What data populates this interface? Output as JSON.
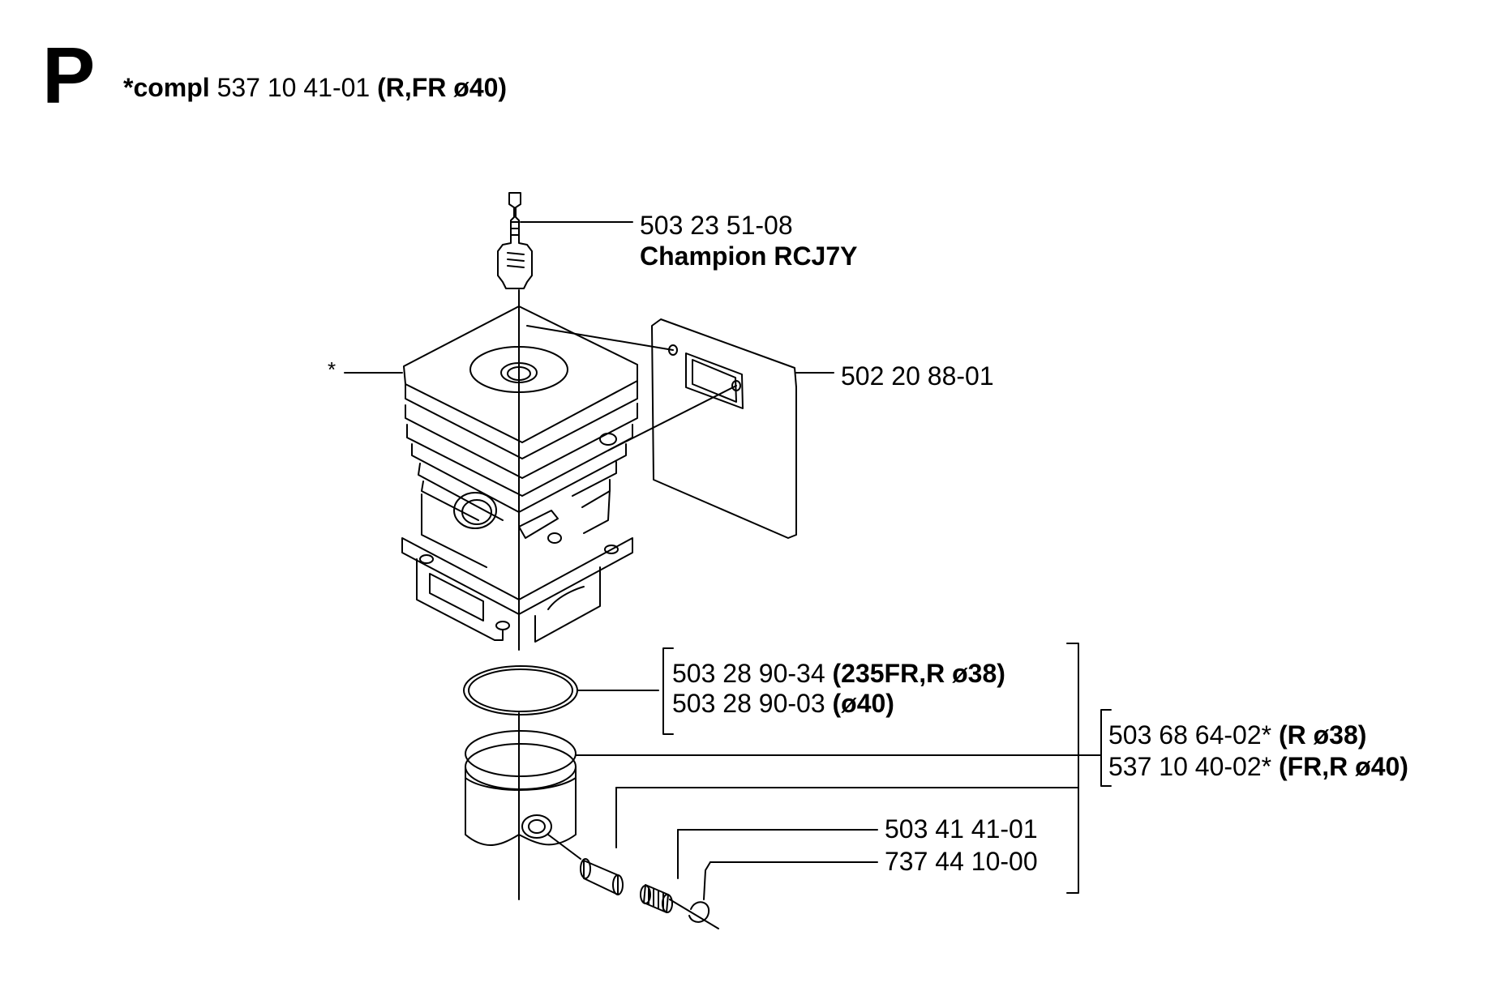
{
  "header": {
    "section_letter": "P",
    "compl_label": "*compl",
    "compl_number": "537 10 41-01",
    "compl_variant": "(R,FR ø40)"
  },
  "parts": {
    "spark_plug": {
      "number": "503 23 51-08",
      "brand": "Champion RCJ7Y"
    },
    "cylinder_marker": "*",
    "gasket": {
      "number": "502 20 88-01"
    },
    "piston_ring_a": {
      "number": "503 28 90-34",
      "variant": "(235FR,R ø38)"
    },
    "piston_ring_b": {
      "number": "503 28 90-03",
      "variant": "(ø40)"
    },
    "piston_kit_a": {
      "number": "503 68 64-02*",
      "variant": "(R ø38)"
    },
    "piston_kit_b": {
      "number": "537 10 40-02*",
      "variant": "(FR,R ø40)"
    },
    "bearing": {
      "number": "503 41 41-01"
    },
    "circlip": {
      "number": "737 44 10-00"
    }
  }
}
